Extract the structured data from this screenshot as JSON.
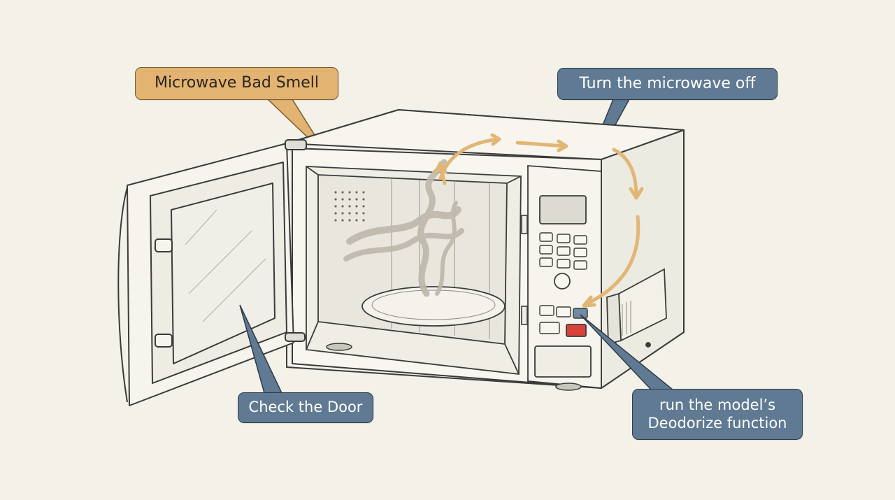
{
  "diagram": {
    "title": "Microwave Bad Smell",
    "callouts": {
      "turn_off": "Turn the microwave off",
      "check_door": "Check the Door",
      "deodorize_line1": "run the model’s",
      "deodorize_line2": "Deodorize function"
    }
  },
  "colors": {
    "background": "#f3f1e8",
    "callout_blue": "#5f7a92",
    "callout_orange": "#e3b371",
    "airflow_arrow": "#e2b676",
    "start_button": "#d9423a",
    "outline": "#3b3b3b"
  },
  "icons": [
    "airflow-arrow-icon",
    "smell-wisp-icon"
  ]
}
